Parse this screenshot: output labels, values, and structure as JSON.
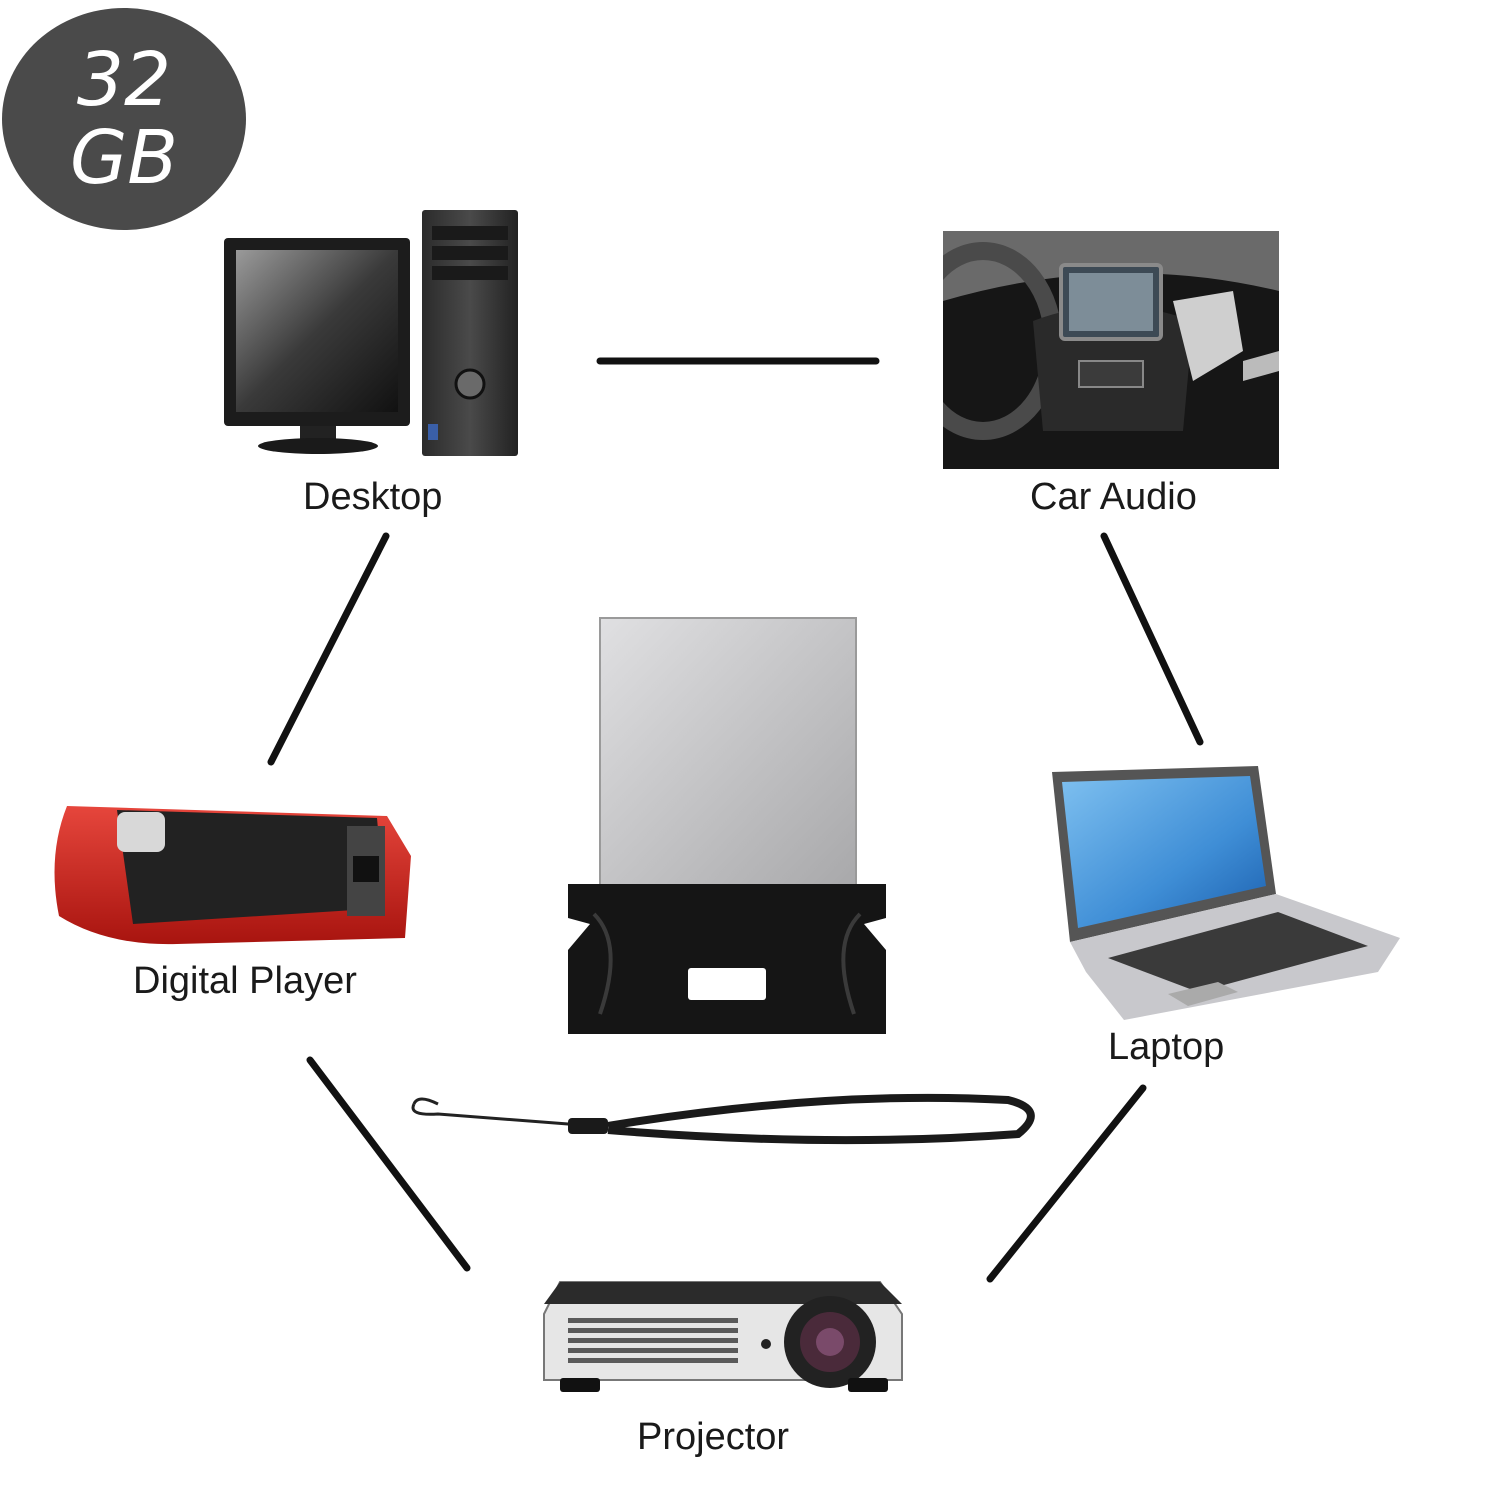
{
  "badge": {
    "capacity_line1": "32",
    "capacity_line2": "GB"
  },
  "devices": {
    "desktop": "Desktop",
    "car_audio": "Car Audio",
    "digital_player": "Digital Player",
    "laptop": "Laptop",
    "projector": "Projector"
  },
  "colors": {
    "badge": "#4a4a4a",
    "connector_lines": "#111111",
    "player_red": "#c8231c",
    "usb_silver": "#c4c4c6",
    "usb_body": "#151515",
    "laptop_screen": "#3f8ed6"
  }
}
